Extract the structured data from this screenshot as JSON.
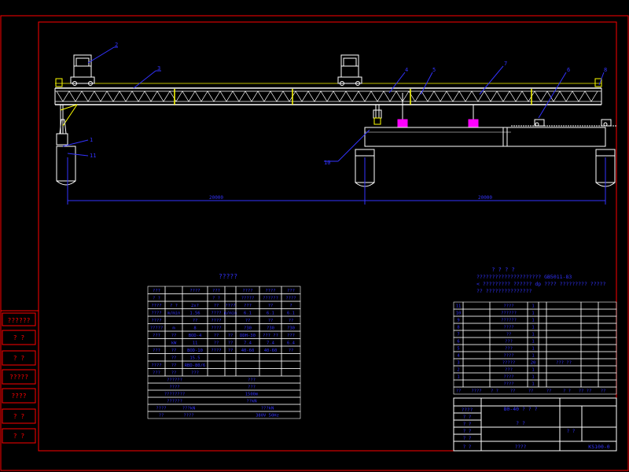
{
  "colors": {
    "background": "#000000",
    "border": "#ff0000",
    "structure": "#ffffff",
    "annotation": "#3333ff",
    "truss_web": "#ffffff",
    "highlight": "#ffff00",
    "motor": "#ff00ff",
    "text": "#3333ff"
  },
  "callouts": [
    "2",
    "3",
    "4",
    "5",
    "7",
    "6",
    "8",
    "1",
    "11",
    "10"
  ],
  "dimensions": [
    "20000",
    "20000"
  ],
  "table_title": "?????",
  "param_table": {
    "rows": [
      [
        "???",
        "",
        "????",
        "???",
        "",
        "????",
        "????",
        "???"
      ],
      [
        "? ?",
        "",
        "",
        "? ?",
        "",
        "?????",
        "??????",
        "????"
      ],
      [
        "????",
        "? ?",
        "2x?",
        "??",
        "????",
        "???",
        "??",
        "?"
      ],
      [
        "????",
        "m/min",
        "1.56",
        "????",
        "m/min",
        "6.1",
        "6.1",
        "6.1"
      ],
      [
        "????",
        "",
        "??",
        "????",
        "",
        "??",
        "??",
        "??"
      ],
      [
        "?????",
        "m",
        "8",
        "????",
        "",
        "?30",
        "?30",
        "?30"
      ],
      [
        "???",
        "??",
        "BOD-4",
        "??",
        "??",
        "DDH-30",
        "??? ??",
        "???"
      ],
      [
        "",
        "kW",
        "11",
        "??",
        "??",
        "7.4",
        "7.4",
        "6.4"
      ],
      [
        "???",
        "??",
        "BOD-10",
        "????",
        "??",
        "40-60",
        "40-60",
        "??"
      ],
      [
        "",
        "??",
        "15.5",
        "",
        "",
        "",
        "",
        ""
      ],
      [
        "????",
        "??",
        "RBD-80/6",
        "",
        "",
        "",
        "",
        ""
      ],
      [
        "???",
        "??",
        "???",
        "",
        "",
        "",
        "",
        ""
      ]
    ],
    "footer": [
      [
        "??????",
        "???"
      ],
      [
        "????",
        "???"
      ],
      [
        "????????",
        "1500m"
      ],
      [
        "??????",
        "??kN"
      ],
      [
        "????",
        "???kN",
        "???kN"
      ],
      [
        "??",
        "????",
        "380V  50Hz"
      ]
    ]
  },
  "notes": {
    "heading": "? ? ? ?",
    "lines": [
      "?????????????????????  GB5011-83",
      "< ?????????  ?????? dp ????  ????????? ?????",
      "?? ???????????????"
    ]
  },
  "parts_table": {
    "rows": [
      [
        "11",
        "",
        "????",
        "1",
        ""
      ],
      [
        "10",
        "",
        "??????",
        "1",
        ""
      ],
      [
        "9",
        "",
        "??????",
        "1",
        ""
      ],
      [
        "8",
        "",
        "????",
        "1",
        ""
      ],
      [
        "7",
        "",
        "??",
        "1",
        ""
      ],
      [
        "6",
        "",
        "???",
        "1",
        ""
      ],
      [
        "5",
        "",
        "???",
        "1",
        ""
      ],
      [
        "4",
        "",
        "????",
        "1",
        ""
      ],
      [
        "3",
        "",
        "?????",
        "20",
        "??? ??"
      ],
      [
        "2",
        "",
        "???",
        "1",
        ""
      ],
      [
        "1",
        "",
        "????",
        "1",
        ""
      ],
      [
        "",
        "",
        "????",
        "1",
        ""
      ]
    ],
    "header": [
      "??",
      "????",
      "? ?",
      "??",
      "??",
      "??",
      "? ?",
      "?? ??",
      "??"
    ],
    "title_block": {
      "design": "????",
      "drawing_name": "80-40 ? ? ?",
      "sub": "? ?",
      "sheet": "? ?",
      "company": "????",
      "code": "KS100-0",
      "labels": [
        "? ?",
        "? ?",
        "? ?",
        "? ?",
        "? ?"
      ]
    }
  },
  "side_labels": [
    "??????",
    "? ?",
    "? ?",
    "?????",
    "????",
    "? ?",
    "? ?"
  ]
}
